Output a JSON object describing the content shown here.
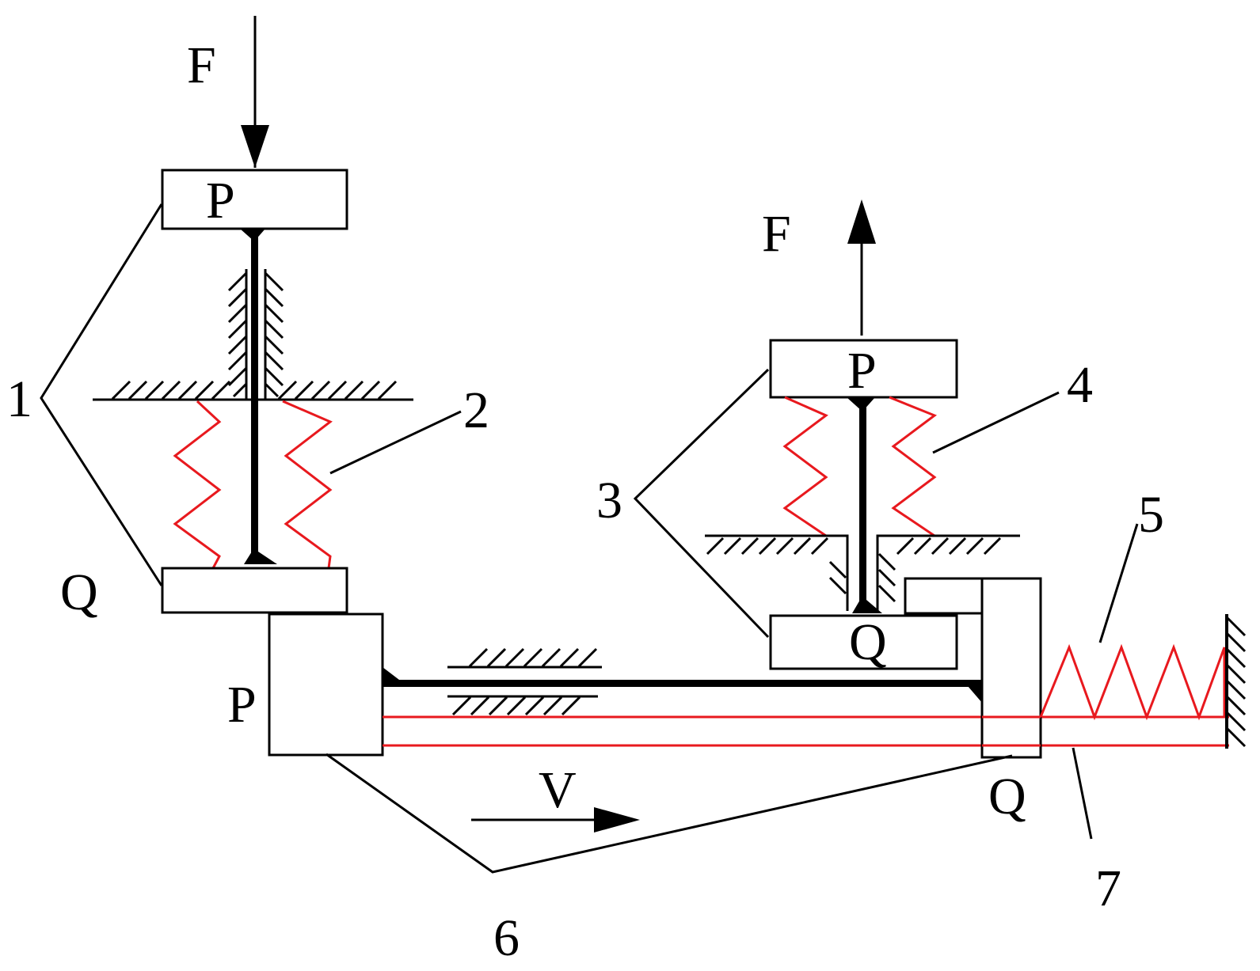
{
  "labels": {
    "force_top": "F",
    "force_mid": "F",
    "velocity": "V",
    "n1": "1",
    "n2": "2",
    "n3": "3",
    "n4": "4",
    "n5": "5",
    "n6": "6",
    "n7": "7",
    "block1_top": "P",
    "block1_bottom": "Q",
    "block3_top": "P",
    "block3_bottom": "Q",
    "block6_left": "P",
    "block6_right": "Q"
  },
  "colors": {
    "line": "#000000",
    "spring": "#e8191e"
  }
}
